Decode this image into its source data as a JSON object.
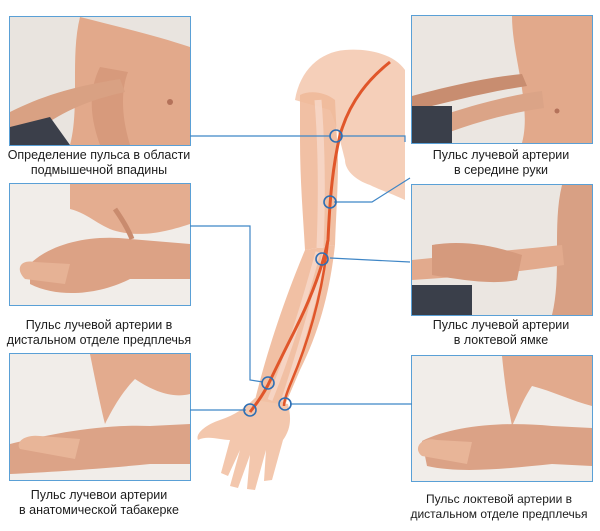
{
  "colors": {
    "leader_line": "#3f86c6",
    "artery": "#e0562a",
    "marker": "#2f6fb4",
    "skin": "#efb99a",
    "background_photo": "#ece7e2"
  },
  "labels": {
    "axillary": [
      "Определение пульса в области",
      "подмышечной впадины"
    ],
    "radial_mid_arm": [
      "Пульс лучевой артерии",
      "в середине руки"
    ],
    "radial_distal_forearm": [
      "Пульс лучевой артерии в",
      "дистальном отделе предплечья"
    ],
    "radial_cubital_fossa": [
      "Пульс лучевой артерии",
      "в локтевой ямке"
    ],
    "radial_snuffbox": [
      "Пульс лучевои артерии",
      "в анатомической табакерке"
    ],
    "ulnar_distal_forearm": [
      "Пульс локтевой артерии в",
      "дистальном отделе предплечья"
    ]
  }
}
